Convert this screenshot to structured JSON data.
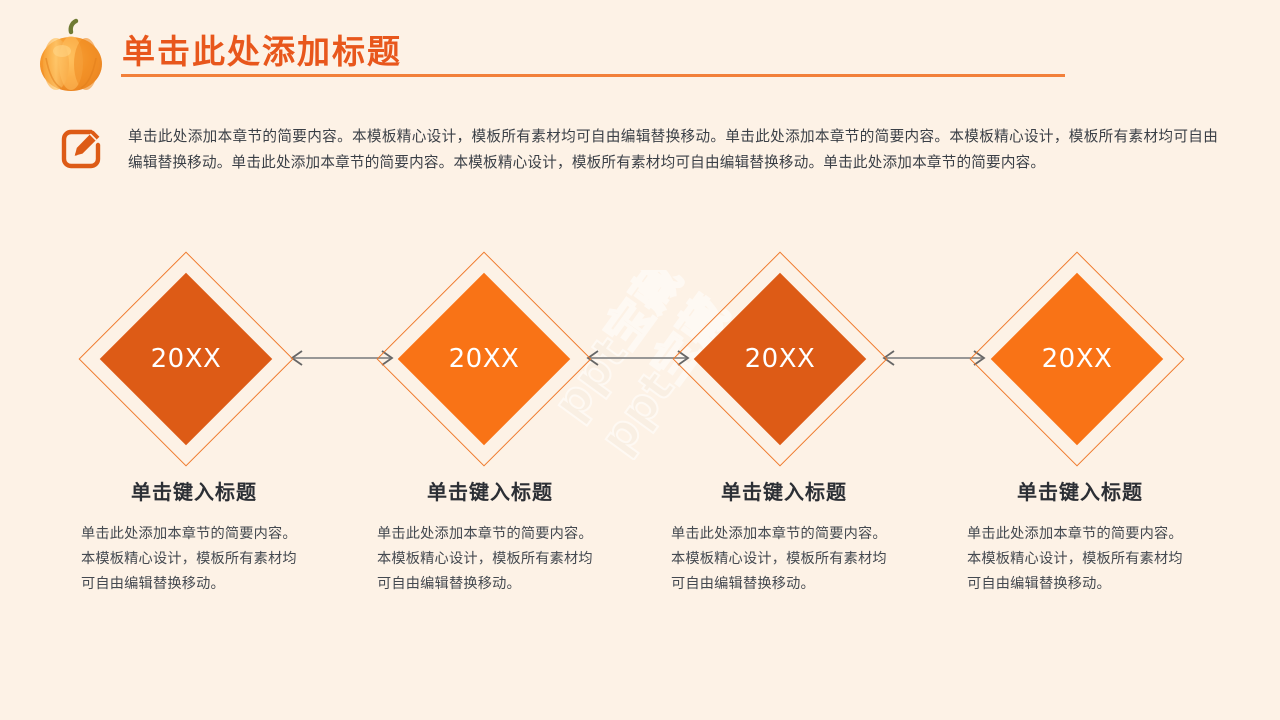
{
  "slide": {
    "background_color": "#fdf2e6",
    "accent_orange": "#e8571c",
    "accent_orange_light": "#f97316",
    "rule_color": "#f2803a",
    "watermark_text": "ppt宝藏"
  },
  "header": {
    "title": "单击此处添加标题",
    "pumpkin_icon": "pumpkin-icon"
  },
  "intro": {
    "icon": "edit-pencil-icon",
    "text": "单击此处添加本章节的简要内容。本模板精心设计，模板所有素材均可自由编辑替换移动。单击此处添加本章节的简要内容。本模板精心设计，模板所有素材均可自由编辑替换移动。单击此处添加本章节的简要内容。本模板精心设计，模板所有素材均可自由编辑替换移动。单击此处添加本章节的简要内容。"
  },
  "timeline": {
    "nodes": [
      {
        "year": "20XX",
        "fill": "#dd5b16",
        "border": "#ef7a2c"
      },
      {
        "year": "20XX",
        "fill": "#f97316",
        "border": "#ef7a2c"
      },
      {
        "year": "20XX",
        "fill": "#dd5b16",
        "border": "#ef7a2c"
      },
      {
        "year": "20XX",
        "fill": "#f97316",
        "border": "#ef7a2c"
      }
    ],
    "connector_color": "#8a8a8a",
    "connector_icon": "double-arrow-icon"
  },
  "captions": [
    {
      "heading": "单击键入标题",
      "body": "单击此处添加本章节的简要内容。本模板精心设计，模板所有素材均可自由编辑替换移动。"
    },
    {
      "heading": "单击键入标题",
      "body": "单击此处添加本章节的简要内容。本模板精心设计，模板所有素材均可自由编辑替换移动。"
    },
    {
      "heading": "单击键入标题",
      "body": "单击此处添加本章节的简要内容。本模板精心设计，模板所有素材均可自由编辑替换移动。"
    },
    {
      "heading": "单击键入标题",
      "body": "单击此处添加本章节的简要内容。本模板精心设计，模板所有素材均可自由编辑替换移动。"
    }
  ]
}
